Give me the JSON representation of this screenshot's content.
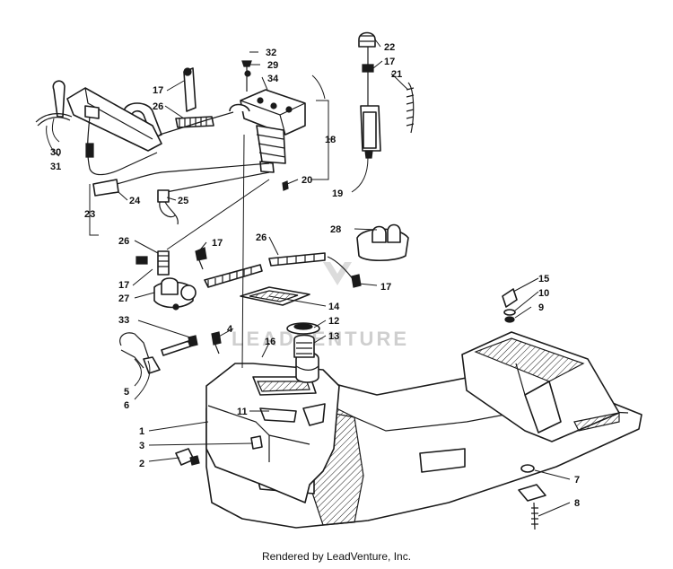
{
  "callouts": [
    "1",
    "2",
    "3",
    "4",
    "5",
    "6",
    "7",
    "8",
    "9",
    "10",
    "11",
    "12",
    "13",
    "14",
    "15",
    "16",
    "17",
    "18",
    "19",
    "20",
    "21",
    "22",
    "23",
    "24",
    "25",
    "26",
    "27",
    "28",
    "29",
    "30",
    "31",
    "32",
    "33",
    "34"
  ],
  "watermark": "LEADVENTURE",
  "footer": "Rendered by LeadVenture, Inc."
}
